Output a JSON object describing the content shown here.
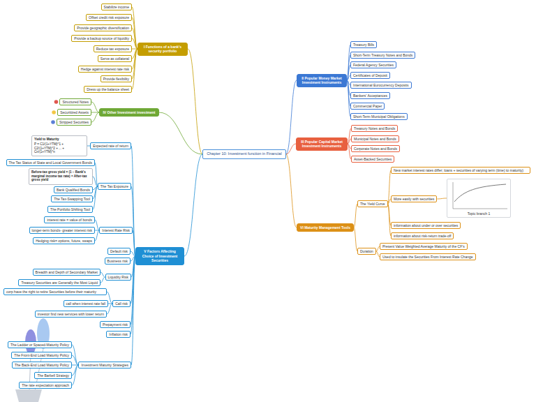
{
  "diagram": {
    "nodes": [
      {
        "text": [
          "Chapter 10: Investment function in Financial"
        ]
      },
      {
        "text": [
          "I Functions of a bank's security portfolio"
        ]
      },
      {
        "text": [
          "Stabilize income"
        ]
      },
      {
        "text": [
          "Offset credit risk exposure"
        ]
      },
      {
        "text": [
          "Provide geographic diversification"
        ]
      },
      {
        "text": [
          "Provide a backup source of liquidity"
        ]
      },
      {
        "text": [
          "Reduce tax exposure"
        ]
      },
      {
        "text": [
          "Serve as collateral"
        ]
      },
      {
        "text": [
          "Hedge against interest rate risk"
        ]
      },
      {
        "text": [
          "Provide flexibility"
        ]
      },
      {
        "text": [
          "Dress up the balance sheet"
        ]
      },
      {
        "text": [
          "IV Other Investment investment"
        ]
      },
      {
        "text": [
          "Structured Notes"
        ]
      },
      {
        "text": [
          "Securitized Assets"
        ]
      },
      {
        "text": [
          "Stripped Securities"
        ]
      },
      {
        "text": [
          "V Factors Affecting Choice of Investment Securities"
        ]
      },
      {
        "text": [
          "Expected rate of return"
        ]
      },
      {
        "text": [
          "Yield to Maturity",
          "P = C1/(1+YTM)^1 + C2/(1+YTM)^2 + ... + Cn/(1+YTM)^n"
        ]
      },
      {
        "text": [
          "The Tax Exposure"
        ]
      },
      {
        "text": [
          "The Tax Status of State and Local Government Bonds"
        ]
      },
      {
        "text": [
          "Before-tax gross yield × (1 − Bank's marginal income tax rate) = After-tax gross yield"
        ]
      },
      {
        "text": [
          "Bank Qualified Bonds"
        ]
      },
      {
        "text": [
          "The Tax-Swapping Tool"
        ]
      },
      {
        "text": [
          "The Portfolio Shifting Tool"
        ]
      },
      {
        "text": [
          "Interest Rate Risk"
        ]
      },
      {
        "text": [
          "interest rate = value of bonds"
        ]
      },
      {
        "text": [
          "longer-term bonds- greater interest risk"
        ]
      },
      {
        "text": [
          "Hedging risk= options, future, swaps"
        ]
      },
      {
        "text": [
          "Default risk"
        ]
      },
      {
        "text": [
          "Business risk"
        ]
      },
      {
        "text": [
          "Liquidity Risk"
        ]
      },
      {
        "text": [
          "Breadth and Depth of Secondary Market"
        ]
      },
      {
        "text": [
          "Treasury Securities are Generally the Most Liquid"
        ]
      },
      {
        "text": [
          "Call risk"
        ]
      },
      {
        "text": [
          "corp have the right to retire Securities before their maturity"
        ]
      },
      {
        "text": [
          "call when interest rate fall"
        ]
      },
      {
        "text": [
          "investor find new services with lower return"
        ]
      },
      {
        "text": [
          "Prepayment risk"
        ]
      },
      {
        "text": [
          "Inflation risk"
        ]
      },
      {
        "text": [
          "Investment Maturity Strategies"
        ]
      },
      {
        "text": [
          "The Ladder or Spaced-Maturity Policy"
        ]
      },
      {
        "text": [
          "The Front-End Load Maturity Policy"
        ]
      },
      {
        "text": [
          "The Back-End Load Maturity Policy"
        ]
      },
      {
        "text": [
          "The Barbell Strategy"
        ]
      },
      {
        "text": [
          "The rate expectation approach"
        ]
      },
      {
        "text": [
          "II Popular Money Market Investment Instruments"
        ]
      },
      {
        "text": [
          "Treasury Bills"
        ]
      },
      {
        "text": [
          "Short-Term Treasury Notes and Bonds"
        ]
      },
      {
        "text": [
          "Federal Agency Securities"
        ]
      },
      {
        "text": [
          "Certificates of Deposit"
        ]
      },
      {
        "text": [
          "International Eurocurrency Deposits"
        ]
      },
      {
        "text": [
          "Bankers' Acceptances"
        ]
      },
      {
        "text": [
          "Commercial Paper"
        ]
      },
      {
        "text": [
          "Short-Term Municipal Obligations"
        ]
      },
      {
        "text": [
          "III Popular Capital Market Investment Instruments"
        ]
      },
      {
        "text": [
          "Treasury Notes and Bonds"
        ]
      },
      {
        "text": [
          "Municipal Notes and Bonds"
        ]
      },
      {
        "text": [
          "Corporate Notes and Bonds"
        ]
      },
      {
        "text": [
          "Asset-Backed Securities"
        ]
      },
      {
        "text": [
          "VI Maturity Management Tools"
        ]
      },
      {
        "text": [
          "The Yield Curve"
        ]
      },
      {
        "text": [
          "New market interest rates differ; loans + securities of varying term (time) to maturity)"
        ]
      },
      {
        "text": [
          "More easily with securities"
        ]
      },
      {
        "text": [
          "Topic branch 1"
        ]
      },
      {
        "text": [
          "information about under or over securities"
        ]
      },
      {
        "text": [
          "information about risk-return trade-off"
        ]
      },
      {
        "text": [
          "Duration"
        ]
      },
      {
        "text": [
          "Present Value Weighted Average Maturity of the CF's"
        ]
      },
      {
        "text": [
          "Used to insulate the Securities From Interest Rate Change"
        ]
      }
    ],
    "edges": [
      {
        "from": 0,
        "to": 1,
        "arrow": "none"
      },
      {
        "from": 1,
        "to": 2,
        "arrow": "none"
      },
      {
        "from": 1,
        "to": 3,
        "arrow": "none"
      },
      {
        "from": 1,
        "to": 4,
        "arrow": "none"
      },
      {
        "from": 1,
        "to": 5,
        "arrow": "none"
      },
      {
        "from": 1,
        "to": 6,
        "arrow": "none"
      },
      {
        "from": 1,
        "to": 7,
        "arrow": "none"
      },
      {
        "from": 1,
        "to": 8,
        "arrow": "none"
      },
      {
        "from": 1,
        "to": 9,
        "arrow": "none"
      },
      {
        "from": 1,
        "to": 10,
        "arrow": "none"
      },
      {
        "from": 0,
        "to": 11,
        "arrow": "none"
      },
      {
        "from": 11,
        "to": 12,
        "arrow": "none"
      },
      {
        "from": 11,
        "to": 13,
        "arrow": "none"
      },
      {
        "from": 11,
        "to": 14,
        "arrow": "none"
      },
      {
        "from": 0,
        "to": 15,
        "arrow": "none"
      },
      {
        "from": 15,
        "to": 16,
        "arrow": "none"
      },
      {
        "from": 16,
        "to": 17,
        "arrow": "none"
      },
      {
        "from": 15,
        "to": 18,
        "arrow": "none"
      },
      {
        "from": 18,
        "to": 19,
        "arrow": "none"
      },
      {
        "from": 18,
        "to": 20,
        "arrow": "none"
      },
      {
        "from": 18,
        "to": 21,
        "arrow": "none"
      },
      {
        "from": 18,
        "to": 22,
        "arrow": "none"
      },
      {
        "from": 18,
        "to": 23,
        "arrow": "none"
      },
      {
        "from": 15,
        "to": 24,
        "arrow": "none"
      },
      {
        "from": 24,
        "to": 25,
        "arrow": "none"
      },
      {
        "from": 24,
        "to": 26,
        "arrow": "none"
      },
      {
        "from": 24,
        "to": 27,
        "arrow": "none"
      },
      {
        "from": 15,
        "to": 28,
        "arrow": "none"
      },
      {
        "from": 15,
        "to": 29,
        "arrow": "none"
      },
      {
        "from": 15,
        "to": 30,
        "arrow": "none"
      },
      {
        "from": 30,
        "to": 31,
        "arrow": "none"
      },
      {
        "from": 30,
        "to": 32,
        "arrow": "none"
      },
      {
        "from": 15,
        "to": 33,
        "arrow": "none"
      },
      {
        "from": 33,
        "to": 34,
        "arrow": "none"
      },
      {
        "from": 33,
        "to": 35,
        "arrow": "none"
      },
      {
        "from": 33,
        "to": 36,
        "arrow": "none"
      },
      {
        "from": 15,
        "to": 37,
        "arrow": "none"
      },
      {
        "from": 15,
        "to": 38,
        "arrow": "none"
      },
      {
        "from": 15,
        "to": 39,
        "arrow": "none"
      },
      {
        "from": 39,
        "to": 40,
        "arrow": "none"
      },
      {
        "from": 39,
        "to": 41,
        "arrow": "none"
      },
      {
        "from": 39,
        "to": 42,
        "arrow": "none"
      },
      {
        "from": 39,
        "to": 43,
        "arrow": "none"
      },
      {
        "from": 39,
        "to": 44,
        "arrow": "none"
      },
      {
        "from": 0,
        "to": 45,
        "arrow": "none"
      },
      {
        "from": 45,
        "to": 46,
        "arrow": "none"
      },
      {
        "from": 45,
        "to": 47,
        "arrow": "none"
      },
      {
        "from": 45,
        "to": 48,
        "arrow": "none"
      },
      {
        "from": 45,
        "to": 49,
        "arrow": "none"
      },
      {
        "from": 45,
        "to": 50,
        "arrow": "none"
      },
      {
        "from": 45,
        "to": 51,
        "arrow": "none"
      },
      {
        "from": 45,
        "to": 52,
        "arrow": "none"
      },
      {
        "from": 45,
        "to": 53,
        "arrow": "none"
      },
      {
        "from": 0,
        "to": 54,
        "arrow": "none"
      },
      {
        "from": 54,
        "to": 55,
        "arrow": "none"
      },
      {
        "from": 54,
        "to": 56,
        "arrow": "none"
      },
      {
        "from": 54,
        "to": 57,
        "arrow": "none"
      },
      {
        "from": 54,
        "to": 58,
        "arrow": "none"
      },
      {
        "from": 0,
        "to": 59,
        "arrow": "none"
      },
      {
        "from": 59,
        "to": 60,
        "arrow": "none"
      },
      {
        "from": 60,
        "to": 61,
        "arrow": "none"
      },
      {
        "from": 60,
        "to": 62,
        "arrow": "none"
      },
      {
        "from": 62,
        "to": 63,
        "arrow": "none"
      },
      {
        "from": 60,
        "to": 64,
        "arrow": "none"
      },
      {
        "from": 60,
        "to": 65,
        "arrow": "none"
      },
      {
        "from": 59,
        "to": 66,
        "arrow": "none"
      },
      {
        "from": 66,
        "to": 67,
        "arrow": "none"
      },
      {
        "from": 66,
        "to": 68,
        "arrow": "none"
      }
    ]
  }
}
